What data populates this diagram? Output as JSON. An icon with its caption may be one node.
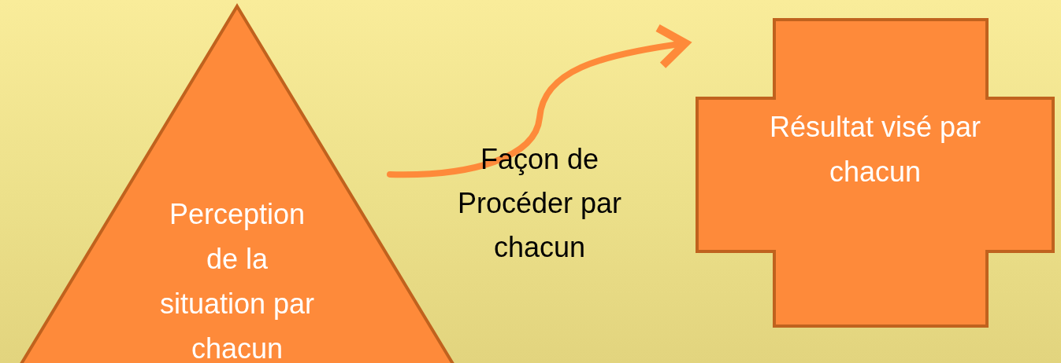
{
  "diagram": {
    "nodes": [
      {
        "text": [
          "Perception de la situation par chacun"
        ]
      },
      {
        "text": [
          "Résultat visé par chacun"
        ]
      }
    ],
    "edges": [
      {
        "from": 0,
        "to": 1,
        "arrow": "to",
        "label": "Façon de Procéder par chacun"
      }
    ]
  }
}
